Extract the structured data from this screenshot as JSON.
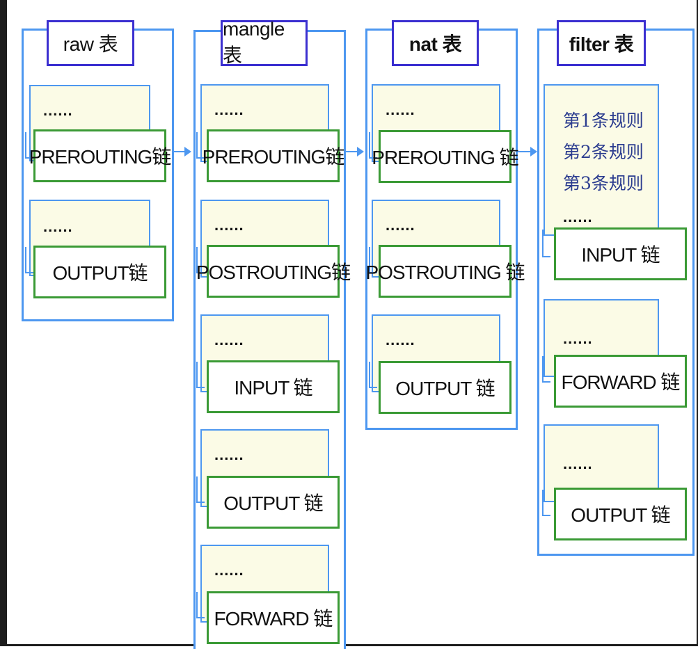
{
  "raw": {
    "title": "raw 表",
    "groups": [
      {
        "dots": "......",
        "chain": "PREROUTING链"
      },
      {
        "dots": "......",
        "chain": "OUTPUT链"
      }
    ]
  },
  "mangle": {
    "title": "mangle 表",
    "groups": [
      {
        "dots": "......",
        "chain": "PREROUTING链"
      },
      {
        "dots": "......",
        "chain": "POSTROUTING链"
      },
      {
        "dots": "......",
        "chain": "INPUT 链"
      },
      {
        "dots": "......",
        "chain": "OUTPUT 链"
      },
      {
        "dots": "......",
        "chain": "FORWARD 链"
      }
    ]
  },
  "nat": {
    "title": "nat 表",
    "groups": [
      {
        "dots": "......",
        "chain": "PREROUTING 链"
      },
      {
        "dots": "......",
        "chain": "POSTROUTING 链"
      },
      {
        "dots": "......",
        "chain": "OUTPUT 链"
      }
    ]
  },
  "filter": {
    "title": "filter 表",
    "rules": [
      "第1条规则",
      "第2条规则",
      "第3条规则"
    ],
    "groups": [
      {
        "dots": "......",
        "chain": "INPUT 链"
      },
      {
        "dots": "......",
        "chain": "FORWARD 链"
      },
      {
        "dots": "......",
        "chain": "OUTPUT 链"
      }
    ]
  },
  "colors": {
    "panel_border": "#4d97f0",
    "title_border": "#3b2fd0",
    "chain_border": "#3a9a35",
    "note_fill": "#fbfbe6",
    "rule_text": "#2b3c8f"
  }
}
